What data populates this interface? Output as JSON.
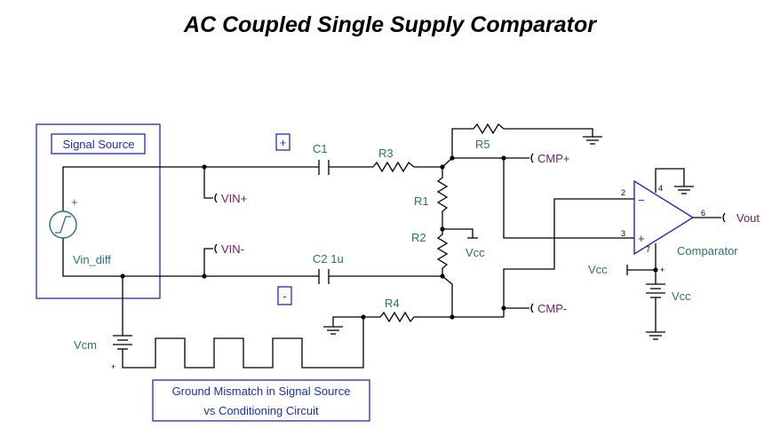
{
  "title": "AC Coupled Single Supply Comparator",
  "labels": {
    "signal_source": "Signal Source",
    "vin_diff": "Vin_diff",
    "vcm": "Vcm",
    "c1": "C1",
    "c2": "C2 1u",
    "r1": "R1",
    "r2": "R2",
    "r3": "R3",
    "r4": "R4",
    "r5": "R5",
    "comparator": "Comparator",
    "vcc_r2": "Vcc",
    "vcc_pin": "Vcc",
    "vcc_batt": "Vcc",
    "mismatch_line1": "Ground Mismatch in Signal Source",
    "mismatch_line2": "vs Conditioning Circuit"
  },
  "nets": {
    "vin_plus": "VIN+",
    "vin_minus": "VIN-",
    "cmp_plus": "CMP+",
    "cmp_minus": "CMP-",
    "vout": "Vout"
  },
  "signs": {
    "plus_box": "+",
    "minus_box": "-",
    "source_plus": "+",
    "vcm_plus": "+",
    "vcc_plus": "+",
    "opamp_minus": "−",
    "opamp_plus": "+"
  },
  "pins": {
    "p2": "2",
    "p3": "3",
    "p4": "4",
    "p6": "6",
    "p7": "7"
  }
}
